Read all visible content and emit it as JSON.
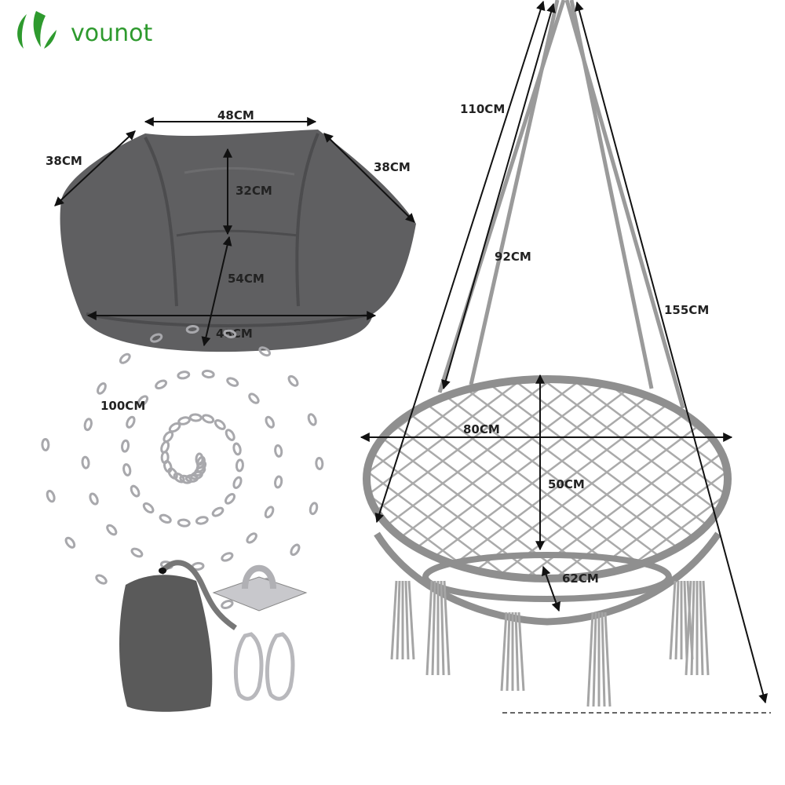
{
  "brand": {
    "name": "vounot",
    "color": "#2e9a2e"
  },
  "colors": {
    "cushion": "#5f5f61",
    "rope": "#9a9a9a",
    "bag": "#5a5a5a",
    "metal": "#c8c8cc"
  },
  "cushion_dimensions": {
    "top_width": "48CM",
    "left_side": "38CM",
    "right_side": "38CM",
    "back_height": "32CM",
    "seat_depth": "54CM",
    "bottom_width": "48CM"
  },
  "chain": {
    "length": "100CM"
  },
  "swing_dimensions": {
    "rope_length": "110CM",
    "inner_rope": "92CM",
    "total_height": "155CM",
    "diameter": "80CM",
    "depth": "50CM",
    "seat": "62CM"
  }
}
